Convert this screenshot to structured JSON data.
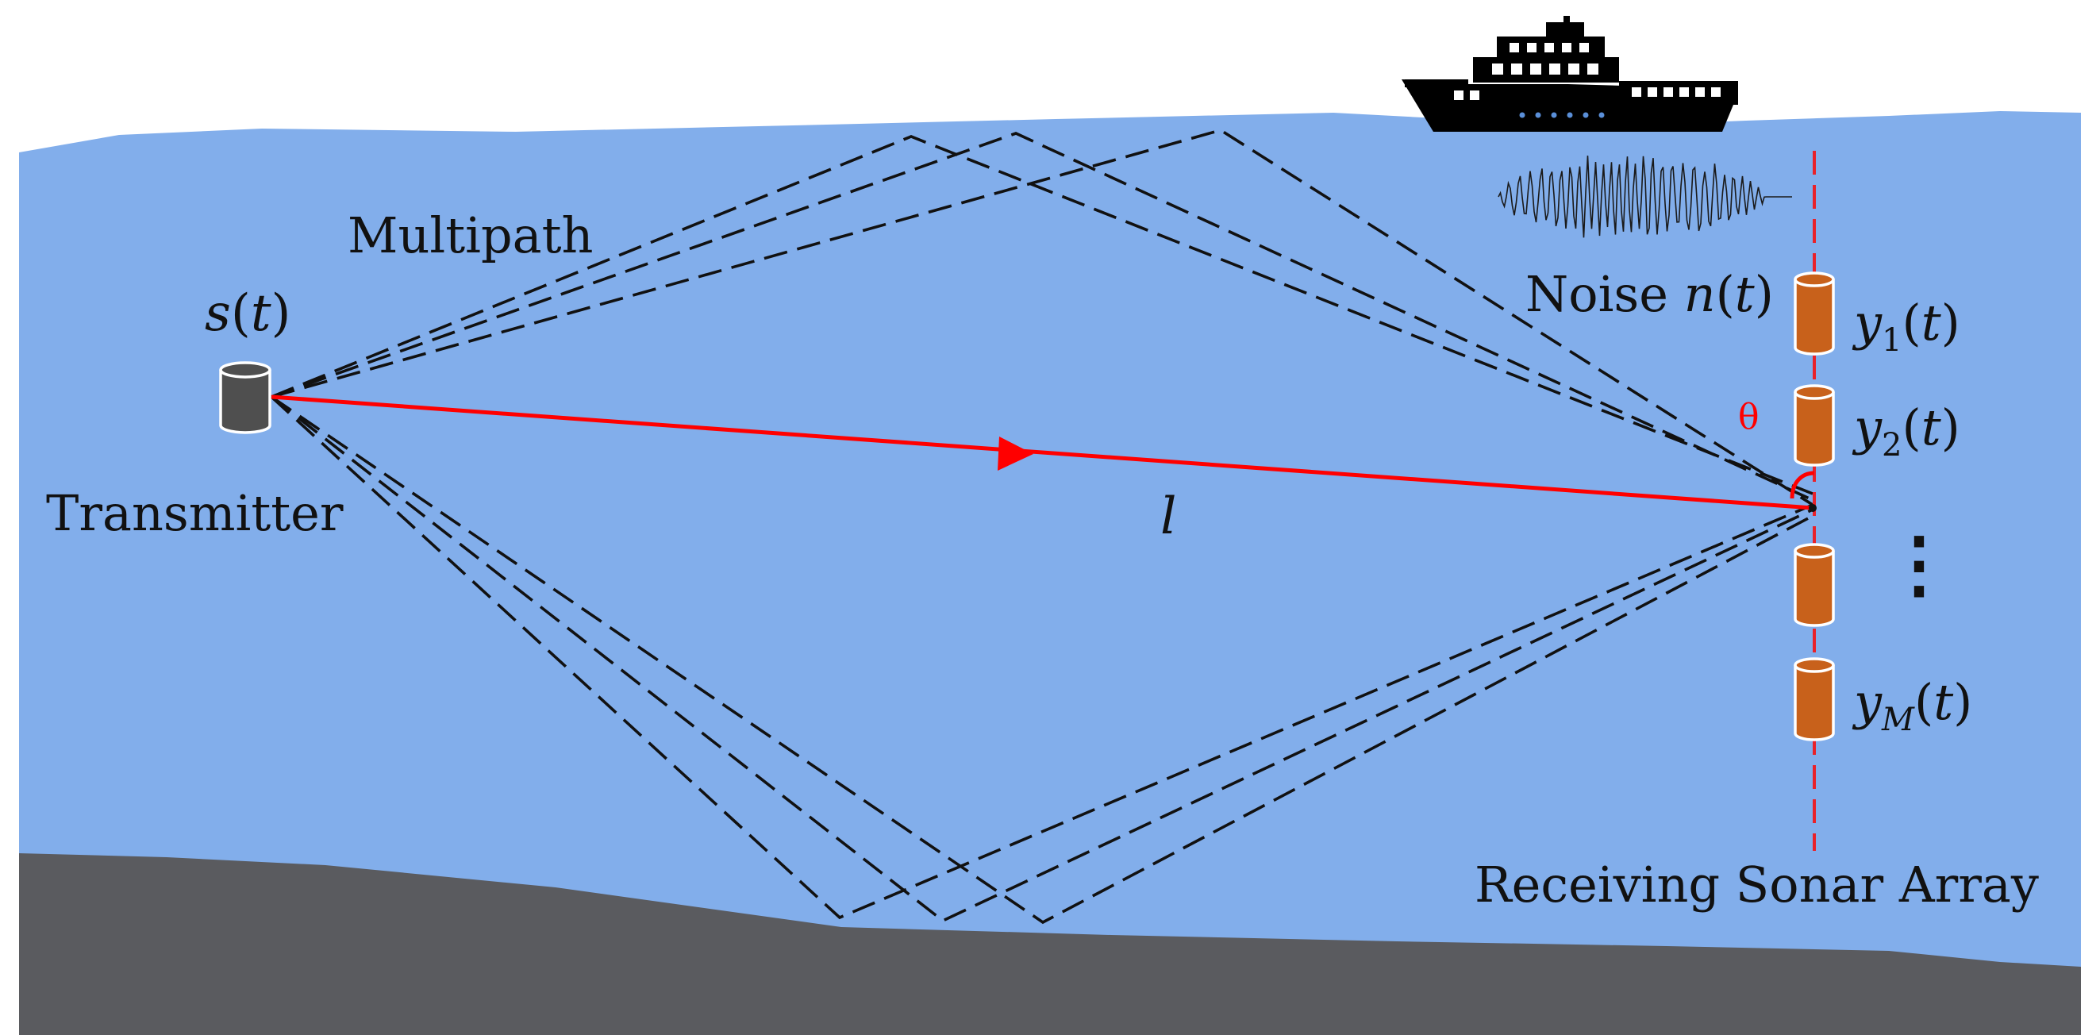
{
  "labels": {
    "multipath": "Multipath",
    "signal": {
      "sym": "s",
      "open": "(",
      "arg": "t",
      "close": ")"
    },
    "transmitter": "Transmitter",
    "noise": {
      "word": "Noise ",
      "sym": "n",
      "open": "(",
      "arg": "t",
      "close": ")"
    },
    "path_length": "l",
    "angle": "θ",
    "ellipsis": "⋮",
    "array": "Receiving Sonar Array"
  },
  "sensors": [
    {
      "sym": "y",
      "sub": "1",
      "open": "(",
      "arg": "t",
      "close": ")"
    },
    {
      "sym": "y",
      "sub": "2",
      "open": "(",
      "arg": "t",
      "close": ")"
    },
    {
      "sym": "y",
      "sub": "M",
      "open": "(",
      "arg": "t",
      "close": ")"
    }
  ],
  "colors": {
    "water": "#82aeeb",
    "seabed": "#5a5b5f",
    "direct_path": "#ff0000",
    "array_line": "#e8222a",
    "receiver": "#c8611b",
    "transmitter": "#4f4f4f",
    "ink": "#111111"
  },
  "icons": {
    "ship": "ship-icon",
    "noise": "noise-waveform-icon",
    "transmitter": "cylinder-transducer-icon",
    "receiver": "cylinder-hydrophone-icon",
    "direction": "arrowhead-icon"
  }
}
